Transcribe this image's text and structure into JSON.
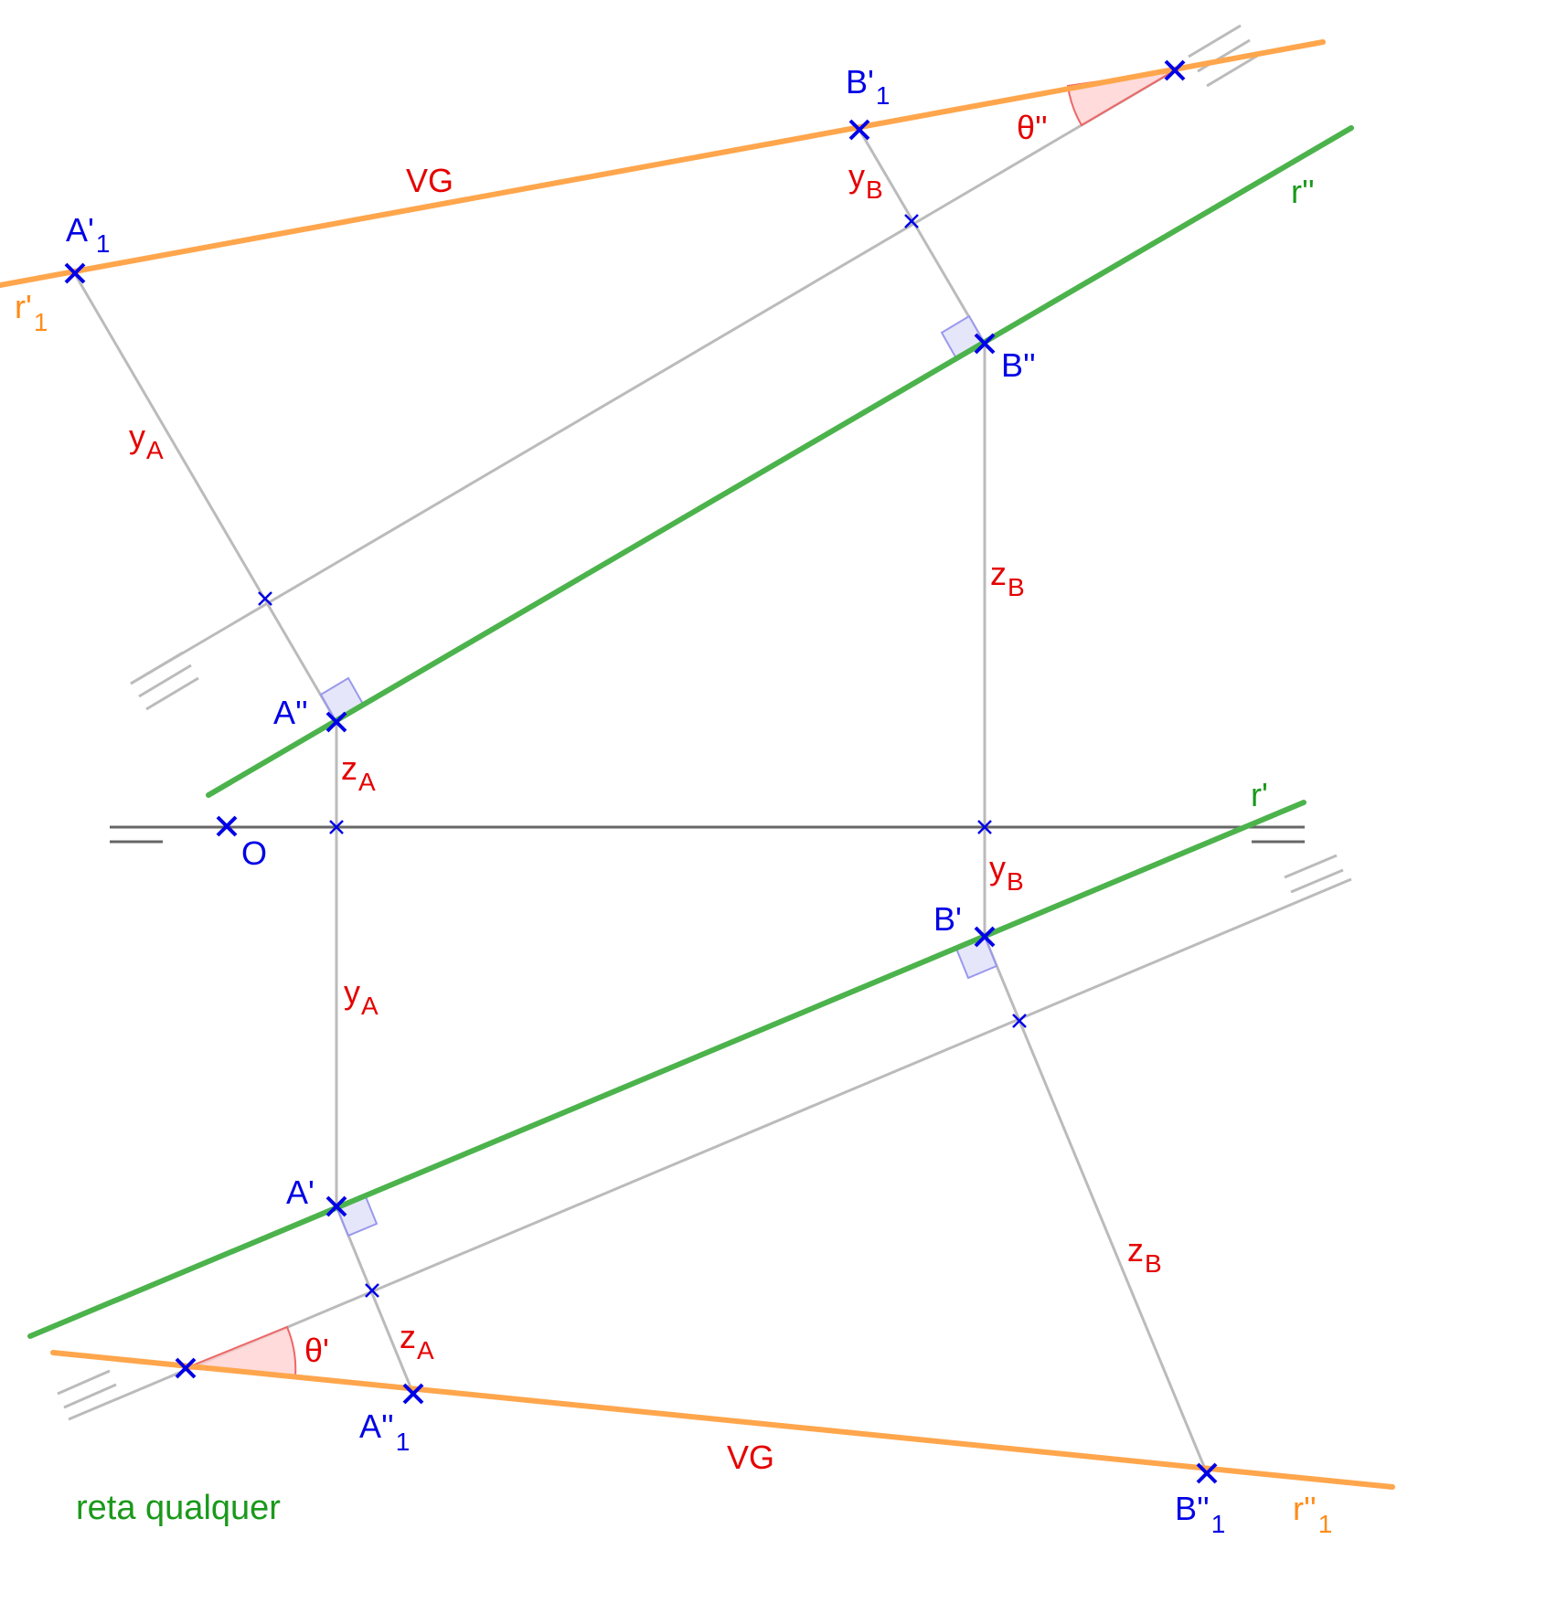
{
  "colors": {
    "construction": "#bbbbbb",
    "ground_line": "#666666",
    "line_projection": "#4cb34c",
    "true_length_line": "#ffa64d",
    "point_marker": "#0000e6",
    "label_point": "#0000e6",
    "label_measure": "#e60000",
    "label_line_green": "#1a991a",
    "label_line_orange": "#ff8c1a",
    "right_angle_fill": "#e6e6fa",
    "angle_fill": "#ffcccc"
  },
  "labels": {
    "A1p": {
      "base": "A'",
      "sub": "1"
    },
    "B1p": {
      "base": "B'",
      "sub": "1"
    },
    "r1p": {
      "base": "r'",
      "sub": "1"
    },
    "VG_top": {
      "base": "VG",
      "sub": ""
    },
    "theta_pp": {
      "base": "θ''",
      "sub": ""
    },
    "yB_top": {
      "base": "y",
      "sub": "B"
    },
    "r_pp": {
      "base": "r''",
      "sub": ""
    },
    "yA_top": {
      "base": "y",
      "sub": "A"
    },
    "Bpp": {
      "base": "B''",
      "sub": ""
    },
    "zB_top": {
      "base": "z",
      "sub": "B"
    },
    "App": {
      "base": "A''",
      "sub": ""
    },
    "zA_top": {
      "base": "z",
      "sub": "A"
    },
    "O": {
      "base": "O",
      "sub": ""
    },
    "r_p": {
      "base": "r'",
      "sub": ""
    },
    "yB_bottom": {
      "base": "y",
      "sub": "B"
    },
    "Bp": {
      "base": "B'",
      "sub": ""
    },
    "yA_bottom": {
      "base": "y",
      "sub": "A"
    },
    "Ap": {
      "base": "A'",
      "sub": ""
    },
    "zB_bottom": {
      "base": "z",
      "sub": "B"
    },
    "theta_p": {
      "base": "θ'",
      "sub": ""
    },
    "zA_bottom": {
      "base": "z",
      "sub": "A"
    },
    "A1pp": {
      "base": "A''",
      "sub": "1"
    },
    "VG_bottom": {
      "base": "VG",
      "sub": ""
    },
    "B1pp": {
      "base": "B''",
      "sub": "1"
    },
    "r1pp": {
      "base": "r''",
      "sub": "1"
    }
  },
  "caption": "reta qualquer"
}
